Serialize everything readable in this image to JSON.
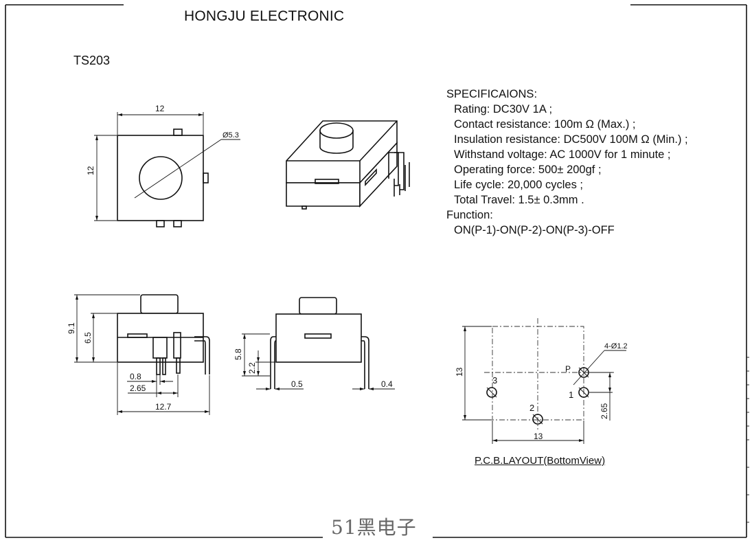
{
  "header": {
    "company": "HONGJU ELECTRONIC",
    "model": "TS203"
  },
  "specs": {
    "title": "SPECIFICAIONS:",
    "lines": [
      "Rating:  DC30V 1A ;",
      "Contact resistance:  100m Ω  (Max.) ;",
      "Insulation resistance:  DC500V 100M Ω (Min.) ;",
      "Withstand voltage:  AC 1000V for 1 minute ;",
      "Operating force:  500± 200gf ;",
      "Life  cycle:    20,000 cycles ;",
      "Total Travel: 1.5± 0.3mm ."
    ],
    "function_title": "Function:",
    "function_value": "ON(P-1)-ON(P-2)-ON(P-3)-OFF"
  },
  "dims": {
    "top_width": "12",
    "top_height": "12",
    "button_dia": "Ø5.3",
    "side_total_height": "9.1",
    "side_body_height": "6.5",
    "pin_width": "0.8",
    "pin_pitch": "2.65",
    "side_total_width": "12.7",
    "front_height": "5.8",
    "front_pin_height": "2.2",
    "front_pin_thick": "0.5",
    "front_pin_offset": "0.4",
    "pcb_width": "13",
    "pcb_height": "13",
    "pcb_hole": "4-Ø1.2",
    "pcb_pitch": "2.65",
    "pcb_label_p": "P",
    "pcb_label_1": "1",
    "pcb_label_2": "2",
    "pcb_label_3": "3"
  },
  "pcb_title": "P.C.B.LAYOUT(BottomView)",
  "watermark": "51黑电子"
}
